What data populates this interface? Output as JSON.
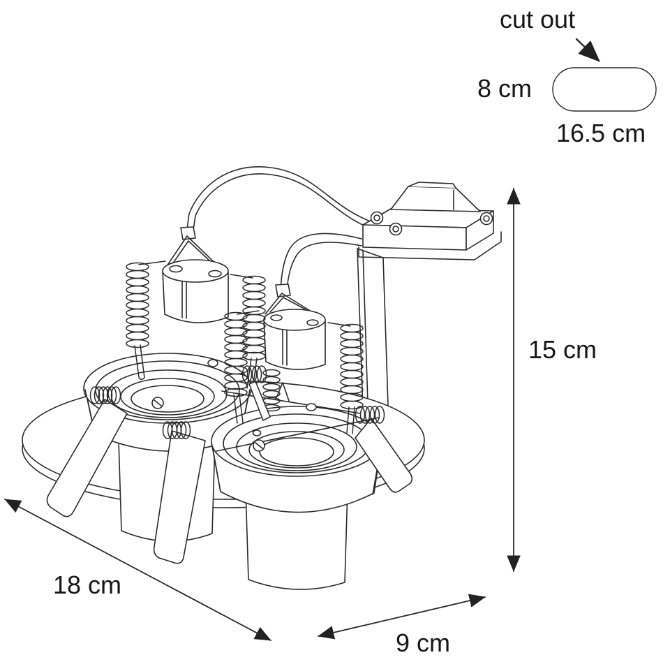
{
  "cutout": {
    "label": "cut out",
    "height": "8 cm",
    "width": "16.5 cm"
  },
  "dimensions": {
    "height": "15 cm",
    "length": "18 cm",
    "depth": "9 cm"
  },
  "colors": {
    "background": "#ffffff",
    "line_art": "#2a2a2a",
    "text": "#161616"
  }
}
